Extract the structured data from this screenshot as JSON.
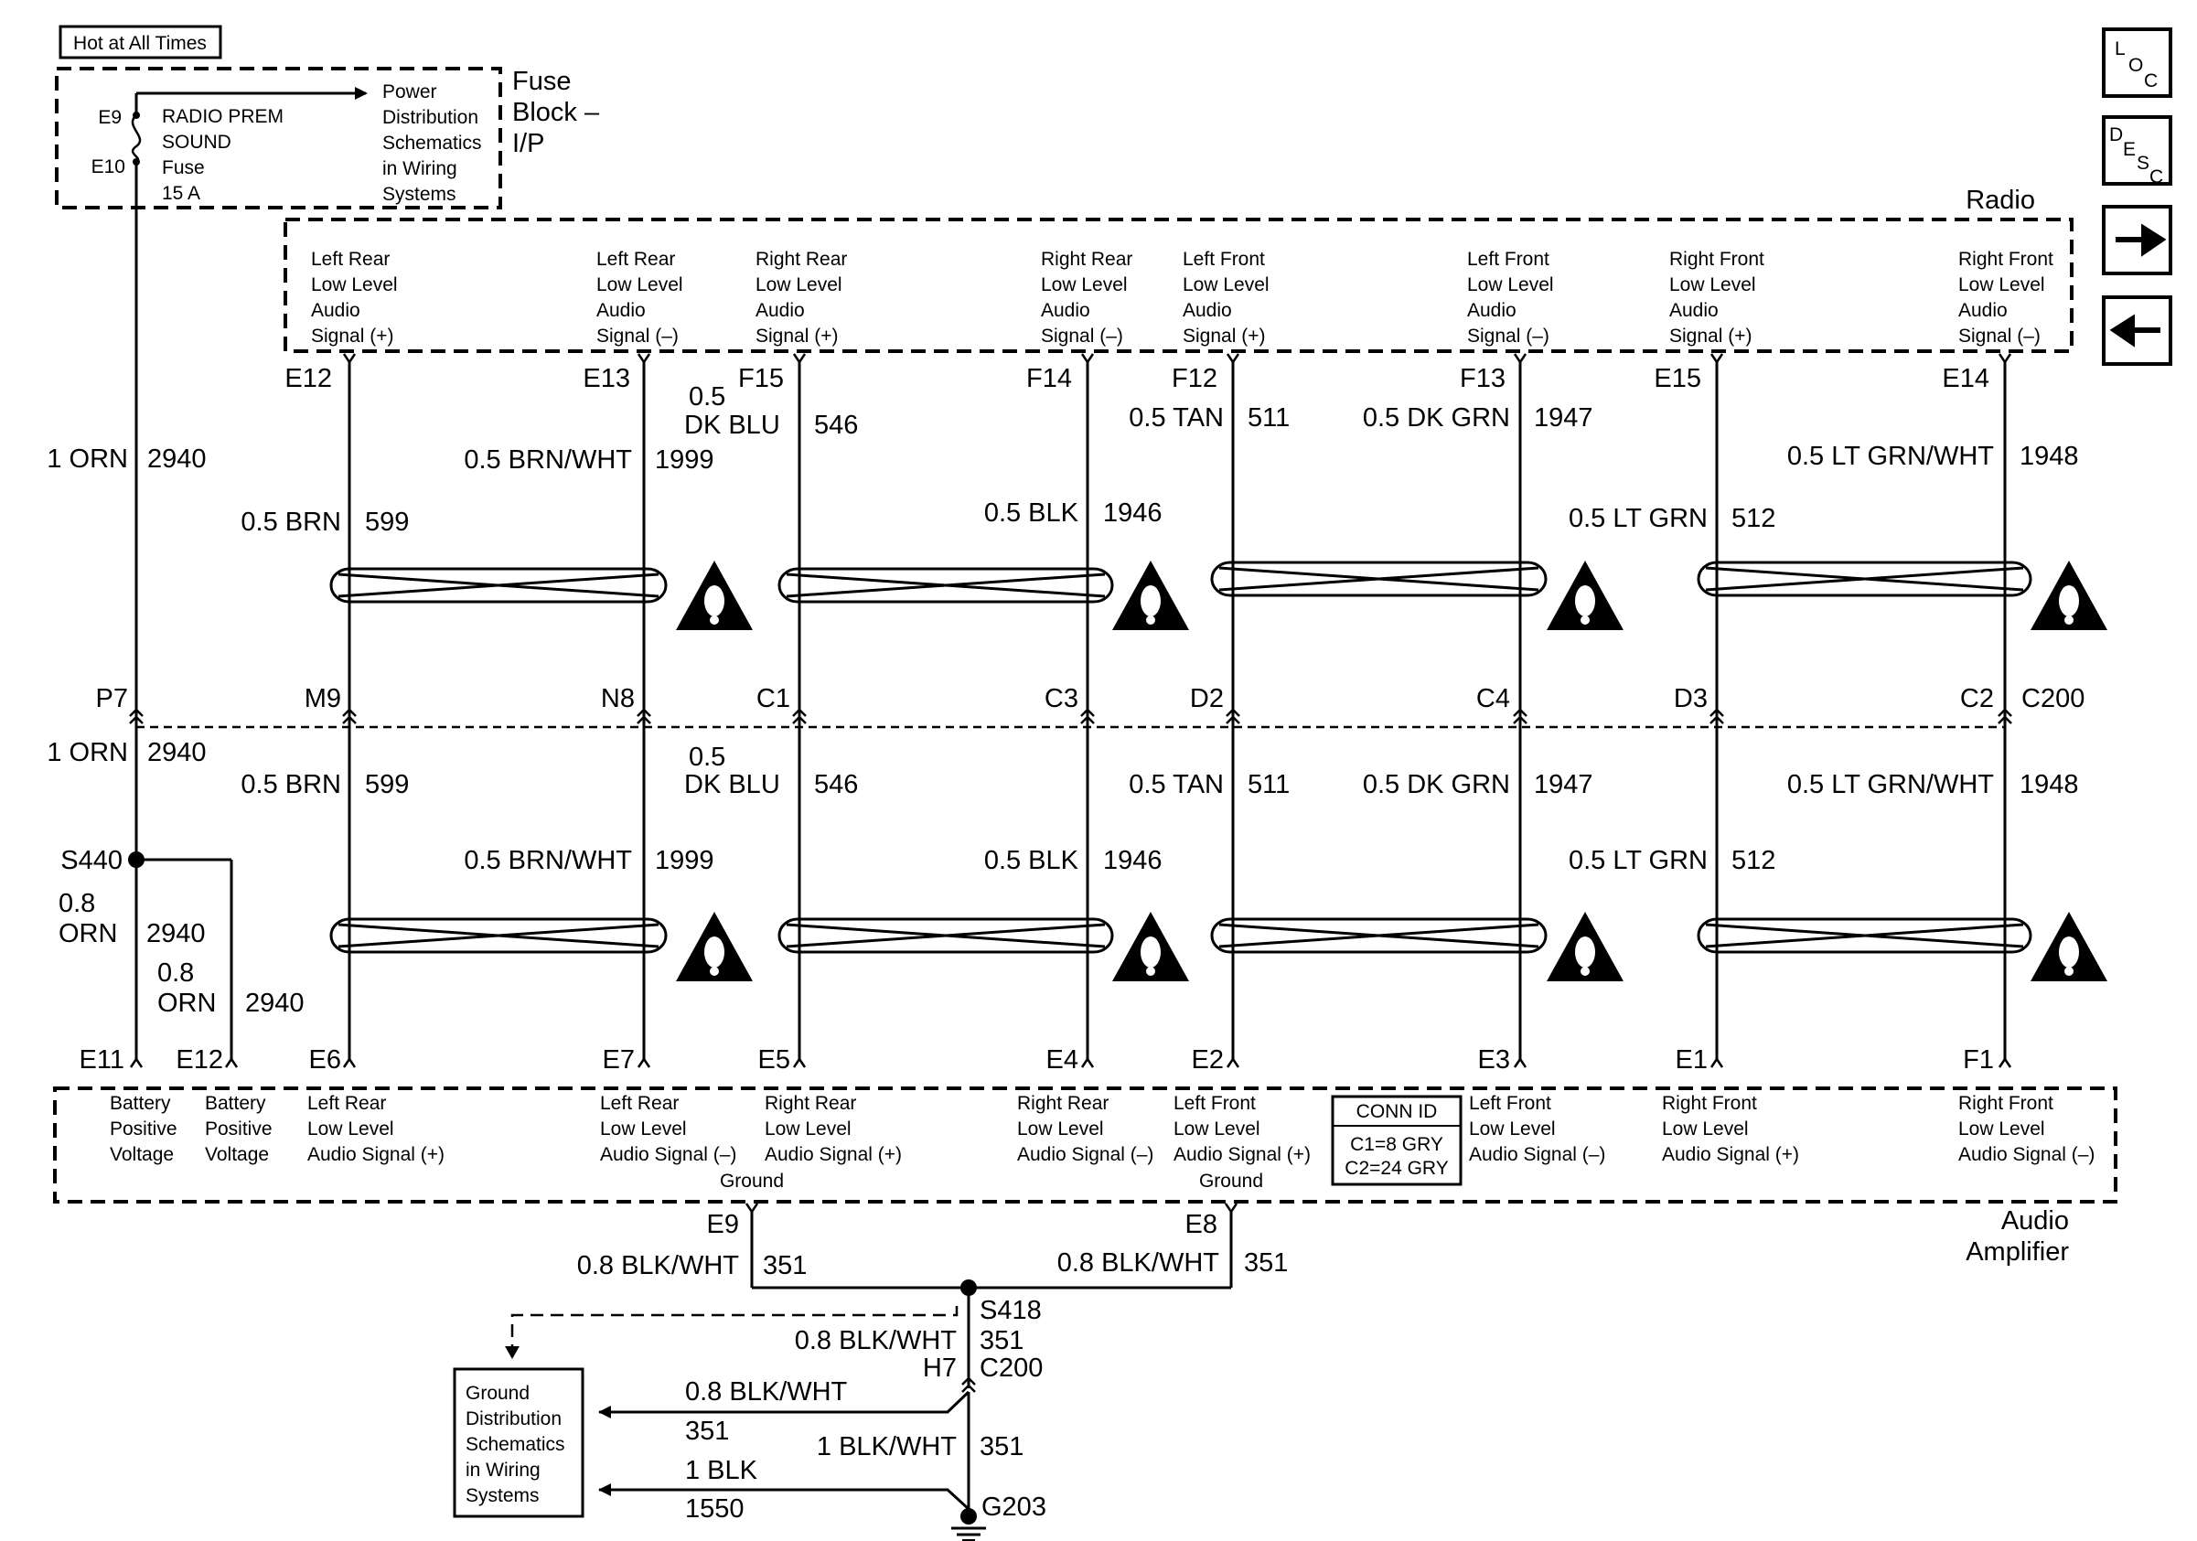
{
  "hot_label": "Hot at All Times",
  "fuse_block": {
    "title": "Fuse Block – I/P",
    "fuse_name": [
      "RADIO PREM",
      "SOUND",
      "Fuse",
      "15 A"
    ],
    "pin_top": "E9",
    "pin_bottom": "E10",
    "power_ref": [
      "Power",
      "Distribution",
      "Schematics",
      "in Wiring",
      "Systems"
    ]
  },
  "nav_buttons": {
    "loc": "LOC",
    "desc": "DESC",
    "next": "→",
    "prev": "←"
  },
  "radio": {
    "title": "Radio",
    "channels": [
      {
        "label": [
          "Left Rear",
          "Low Level",
          "Audio",
          "Signal (+)"
        ],
        "pin": "E12",
        "gauge": "0.5 BRN",
        "circuit": "599"
      },
      {
        "label": [
          "Left Rear",
          "Low Level",
          "Audio",
          "Signal (–)"
        ],
        "pin": "E13",
        "gauge": "0.5 BRN/WHT",
        "circuit": "1999"
      },
      {
        "label": [
          "Right Rear",
          "Low Level",
          "Audio",
          "Signal (+)"
        ],
        "pin": "F15",
        "gauge": "0.5 DK BLU",
        "circuit": "546"
      },
      {
        "label": [
          "Right Rear",
          "Low Level",
          "Audio",
          "Signal (–)"
        ],
        "pin": "F14",
        "gauge": "0.5 BLK",
        "circuit": "1946"
      },
      {
        "label": [
          "Left Front",
          "Low Level",
          "Audio",
          "Signal (+)"
        ],
        "pin": "F12",
        "gauge": "0.5 TAN",
        "circuit": "511"
      },
      {
        "label": [
          "Left Front",
          "Low Level",
          "Audio",
          "Signal (–)"
        ],
        "pin": "F13",
        "gauge": "0.5 DK GRN",
        "circuit": "1947"
      },
      {
        "label": [
          "Right Front",
          "Low Level",
          "Audio",
          "Signal (+)"
        ],
        "pin": "E15",
        "gauge": "0.5 LT GRN",
        "circuit": "512"
      },
      {
        "label": [
          "Right Front",
          "Low Level",
          "Audio",
          "Signal (–)"
        ],
        "pin": "E14",
        "gauge": "0.5 LT GRN/WHT",
        "circuit": "1948"
      }
    ]
  },
  "power_wire": {
    "gauge": "1 ORN",
    "circuit": "2940"
  },
  "c200": {
    "name": "C200",
    "pins": [
      "P7",
      "M9",
      "N8",
      "C1",
      "C3",
      "D2",
      "C4",
      "D3",
      "C2"
    ]
  },
  "splice_s440": {
    "name": "S440",
    "branch1": {
      "gauge": "0.8 ORN",
      "circuit": "2940"
    },
    "branch2": {
      "gauge": "0.8 ORN",
      "circuit": "2940"
    }
  },
  "amplifier": {
    "title": [
      "Audio",
      "Amplifier"
    ],
    "pins": [
      "E11",
      "E12",
      "E6",
      "E7",
      "E5",
      "E4",
      "E2",
      "E3",
      "E1",
      "F1"
    ],
    "labels": [
      [
        "Battery",
        "Positive",
        "Voltage"
      ],
      [
        "Battery",
        "Positive",
        "Voltage"
      ],
      [
        "Left Rear",
        "Low Level",
        "Audio Signal (+)"
      ],
      [
        "Left Rear",
        "Low Level",
        "Audio Signal (–)"
      ],
      [
        "Right Rear",
        "Low Level",
        "Audio Signal (+)"
      ],
      [
        "Right Rear",
        "Low Level",
        "Audio Signal (–)"
      ],
      [
        "Left Front",
        "Low Level",
        "Audio Signal (+)"
      ],
      [
        "Left Front",
        "Low Level",
        "Audio Signal (–)"
      ],
      [
        "Right Front",
        "Low Level",
        "Audio Signal (+)"
      ],
      [
        "Right Front",
        "Low Level",
        "Audio Signal (–)"
      ]
    ],
    "ground_label": "Ground",
    "conn_id": {
      "title": "CONN ID",
      "c1": "C1=8 GRY",
      "c2": "C2=24 GRY"
    },
    "ground_pins": [
      "E9",
      "E8"
    ]
  },
  "ground": {
    "wire": {
      "gauge": "0.8 BLK/WHT",
      "circuit": "351"
    },
    "splice": "S418",
    "c200_pin": "H7",
    "c200": "C200",
    "wire2": {
      "gauge": "0.8 BLK/WHT",
      "circuit": "351"
    },
    "wire3": {
      "gauge": "1 BLK/WHT",
      "circuit": "351"
    },
    "wire4": {
      "gauge": "1 BLK",
      "circuit": "1550"
    },
    "ground_point": "G203",
    "ref": [
      "Ground",
      "Distribution",
      "Schematics",
      "in Wiring",
      "Systems"
    ]
  }
}
